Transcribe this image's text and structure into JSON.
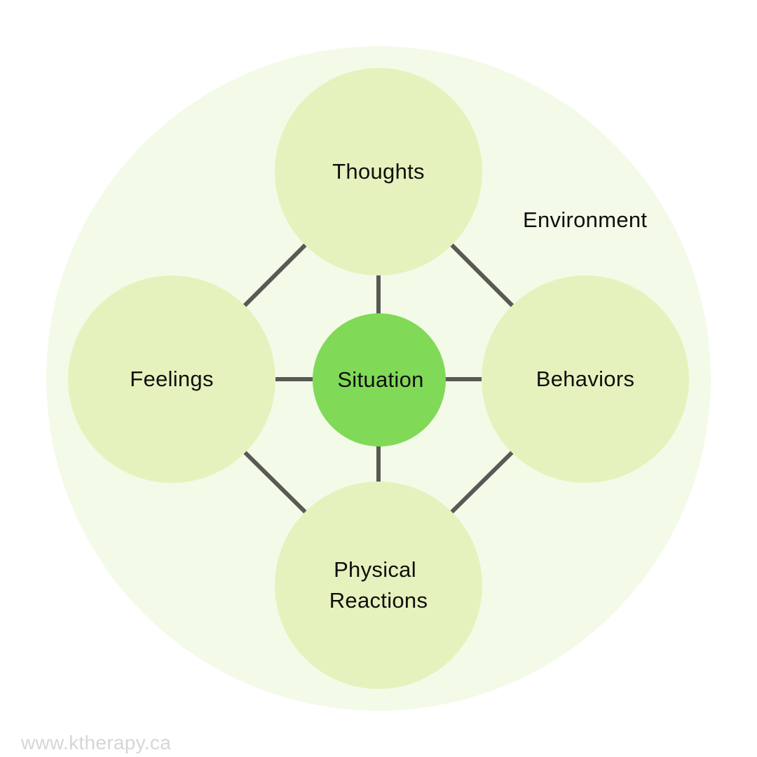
{
  "diagram": {
    "environment_label": "Environment",
    "center": {
      "label": "Situation"
    },
    "nodes": {
      "thoughts": {
        "label": "Thoughts"
      },
      "feelings": {
        "label": "Feelings"
      },
      "behaviors": {
        "label": "Behaviors"
      },
      "physical": {
        "label_line1": "Physical",
        "label_line2": "Reactions"
      }
    }
  },
  "watermark": "www.ktherapy.ca",
  "colors": {
    "environment_fill": "#f4fae8",
    "node_fill": "#e6f2bd",
    "center_fill": "#80d957",
    "connector": "#575a55",
    "text": "#0f0f0f",
    "watermark": "#d6d6d6"
  }
}
